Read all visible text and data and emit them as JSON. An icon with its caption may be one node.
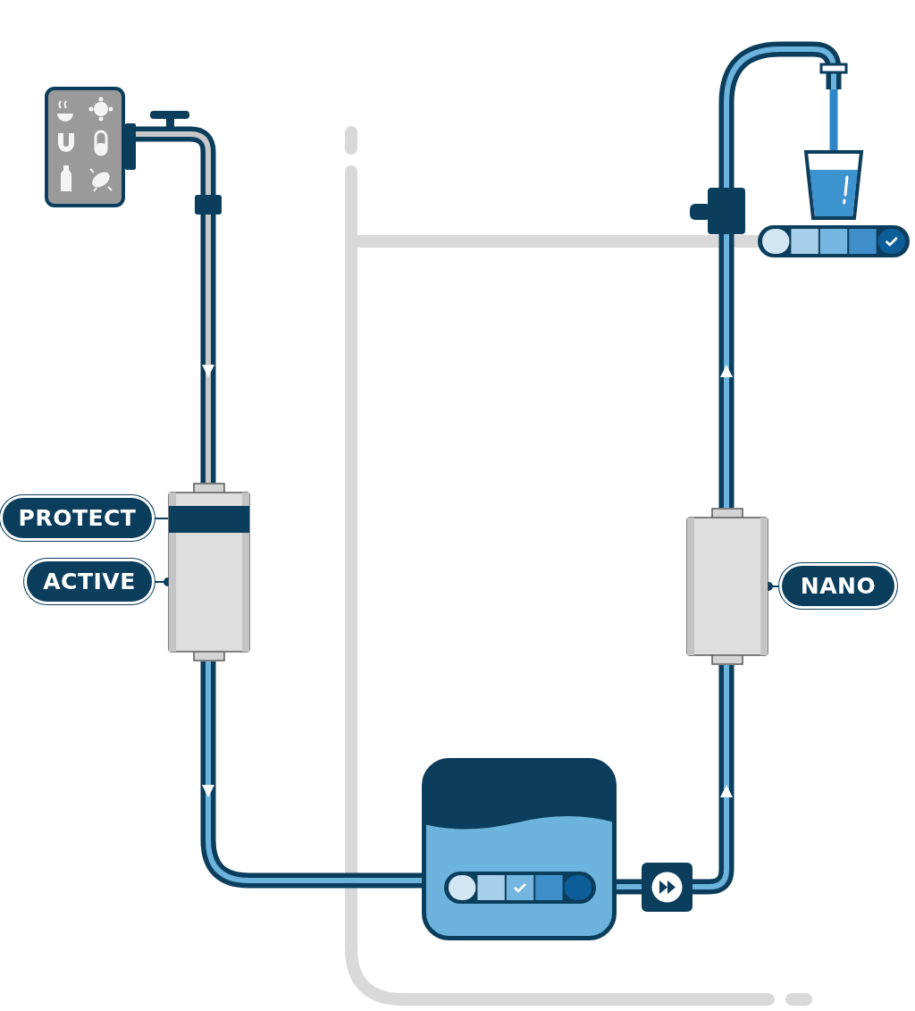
{
  "diagram": {
    "nodes": [
      {
        "text": [],
        "shape": "picture"
      },
      {
        "text": [],
        "shape": "cylinder"
      },
      {
        "text": [
          "PROTECT"
        ]
      },
      {
        "text": [
          "ACTIVE"
        ]
      },
      {
        "text": [],
        "shape": "box"
      },
      {
        "text": [],
        "shape": "box"
      },
      {
        "text": [],
        "shape": "cylinder"
      },
      {
        "text": [
          "NANO"
        ]
      },
      {
        "text": [],
        "shape": "picture"
      }
    ],
    "edges": [
      {
        "from": 0,
        "to": 1,
        "arrow": "to"
      },
      {
        "from": 1,
        "to": 4,
        "arrow": "to"
      },
      {
        "from": 4,
        "to": 5,
        "arrow": "none"
      },
      {
        "from": 5,
        "to": 6,
        "arrow": "to"
      },
      {
        "from": 6,
        "to": 8,
        "arrow": "to"
      },
      {
        "from": 2,
        "to": 1,
        "arrow": "none"
      },
      {
        "from": 3,
        "to": 1,
        "arrow": "other"
      },
      {
        "from": 7,
        "to": 6,
        "arrow": "other"
      }
    ]
  }
}
